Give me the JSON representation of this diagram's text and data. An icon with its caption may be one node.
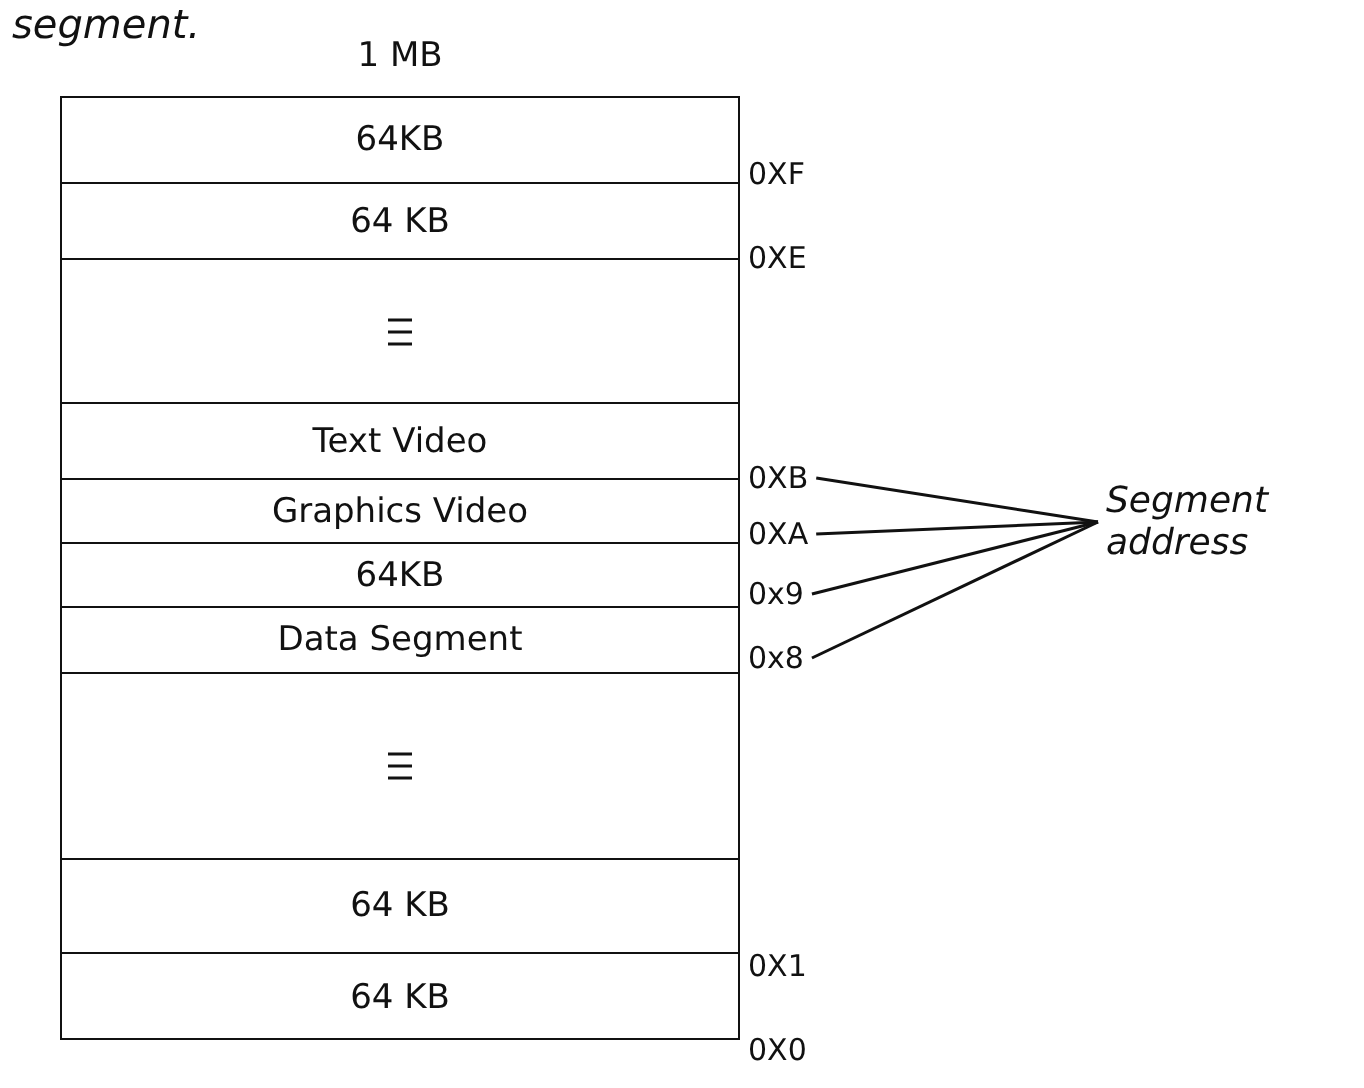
{
  "diagram": {
    "nodes": [
      {
        "text": [
          "1 MB"
        ]
      },
      {
        "text": [
          "64KB"
        ],
        "in": 0
      },
      {
        "text": [
          "64 KB"
        ],
        "in": 0
      },
      {
        "text": [],
        "shape": "box",
        "in": 0
      },
      {
        "text": [
          "Text Video"
        ],
        "in": 0
      },
      {
        "text": [
          "Graphics Video"
        ],
        "in": 0
      },
      {
        "text": [
          "64KB"
        ],
        "in": 0
      },
      {
        "text": [
          "Data Segment"
        ],
        "in": 0
      },
      {
        "text": [],
        "shape": "box",
        "in": 0
      },
      {
        "text": [
          "64 KB"
        ],
        "in": 0
      },
      {
        "text": [
          "64 KB"
        ],
        "in": 0
      },
      {
        "text": [
          "0XB"
        ]
      },
      {
        "text": [
          "0XA"
        ]
      },
      {
        "text": [
          "0x9"
        ]
      },
      {
        "text": [
          "0x8"
        ]
      },
      {
        "text": [
          "Segment address"
        ]
      }
    ],
    "edges": [
      {
        "from": 15,
        "to": 11,
        "arrow": "none"
      },
      {
        "from": 15,
        "to": 12,
        "arrow": "none"
      },
      {
        "from": 15,
        "to": 13,
        "arrow": "none"
      },
      {
        "from": 15,
        "to": 14,
        "arrow": "none"
      }
    ],
    "labels": [
      "segment.",
      "0XF",
      "0XE",
      "0X1",
      "0X0"
    ]
  }
}
